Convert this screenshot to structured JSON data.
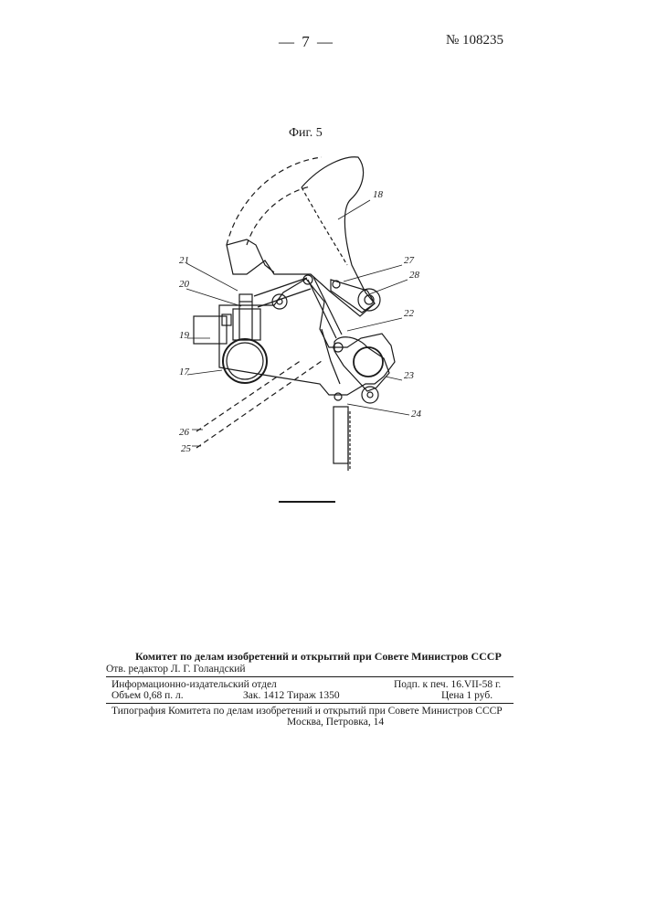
{
  "header": {
    "page_number": "— 7 —",
    "patent_number": "№ 108235"
  },
  "figure": {
    "caption": "Фиг. 5",
    "labels": [
      "18",
      "27",
      "28",
      "21",
      "20",
      "22",
      "19",
      "17",
      "23",
      "24",
      "26",
      "25"
    ]
  },
  "colophon": {
    "committee": "Комитет по делам изобретений и открытий при Совете Министров СССР",
    "editor": "Отв. редактор Л. Г. Голандский",
    "info_dept": "Информационно-издательский отдел",
    "signed": "Подп. к печ. 16.VII-58 г.",
    "volume": "Объем 0,68 п. л.",
    "order_run": "Зак. 1412   Тираж 1350",
    "price": "Цена 1 руб.",
    "printer": "Типография Комитета по делам изобретений и открытий при Совете Министров СССР",
    "address": "Москва, Петровка, 14"
  }
}
